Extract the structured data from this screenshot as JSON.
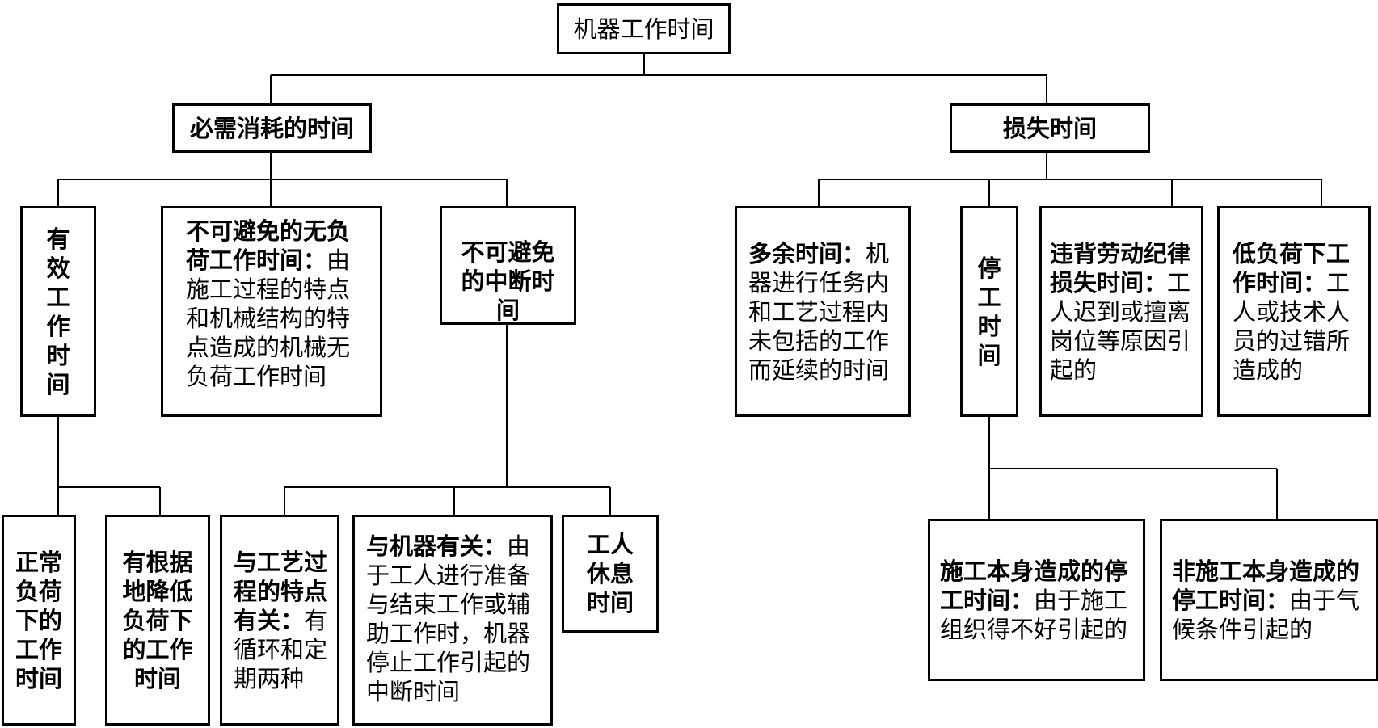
{
  "root": "机器工作时间",
  "necessary": {
    "title": "必需消耗的时间",
    "effective": "有效工作时间",
    "noload": {
      "head": "不可避免的无负荷工作时间：",
      "body": "由施工过程的特点和机械结构的特点造成的机械无负荷工作时间"
    },
    "interrupt": "不可避免的中断时间",
    "normal_load": "正常负荷下的工作时间",
    "reduced_load": "有根据地降低负荷下的工作时间",
    "process_related": {
      "head": "与工艺过程的特点有关：",
      "body": "有循环和定期两种"
    },
    "machine_related": {
      "head": "与机器有关：",
      "body": "由于工人进行准备与结束工作或辅助工作时，机器停止工作引起的中断时间"
    },
    "worker_rest": "工人休息时间"
  },
  "loss": {
    "title": "损失时间",
    "excess": {
      "head": "多余时间：",
      "body": "机器进行任务内和工艺过程内未包括的工作而延续的时间"
    },
    "stoppage": "停工时间",
    "discipline": {
      "head": "违背劳动纪律损失时间：",
      "body": "工人迟到或擅离岗位等原因引起的"
    },
    "low_load": {
      "head": "低负荷下工作时间：",
      "body": "工人或技术人员的过错所造成的"
    },
    "construction_stop": {
      "head": "施工本身造成的停工时间：",
      "body": "由于施工组织得不好引起的"
    },
    "non_construction_stop": {
      "head": "非施工本身造成的停工时间：",
      "body": "由于气候条件引起的"
    }
  }
}
